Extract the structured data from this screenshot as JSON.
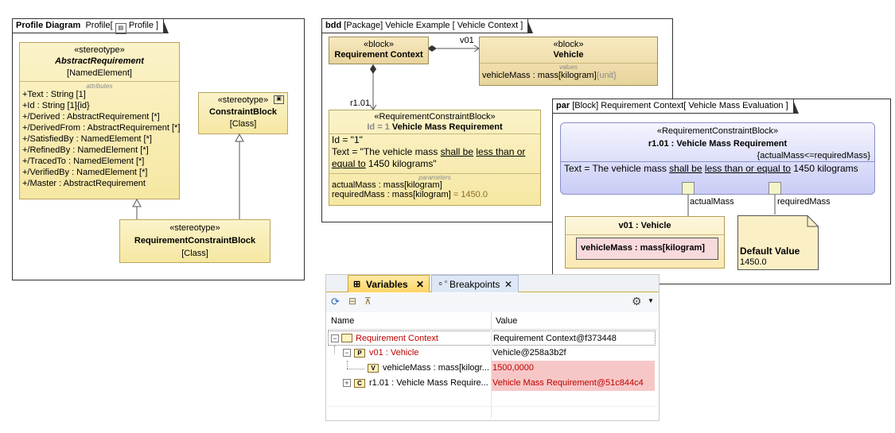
{
  "profile": {
    "tab_kind": "Profile Diagram",
    "tab_name": "Profile[",
    "tab_icon_name": "Profile ]",
    "abstract": {
      "stereotype": "«stereotype»",
      "name": "AbstractRequirement",
      "metaclass": "[NamedElement]",
      "section": "attributes",
      "attrs": [
        "+Text : String [1]",
        "+Id : String [1]{id}",
        "+/Derived : AbstractRequirement [*]",
        "+/DerivedFrom : AbstractRequirement [*]",
        "+/SatisfiedBy : NamedElement [*]",
        "+/RefinedBy : NamedElement [*]",
        "+/TracedTo : NamedElement [*]",
        "+/VerifiedBy : NamedElement [*]",
        "+/Master : AbstractRequirement"
      ]
    },
    "constraint_block": {
      "stereotype": "«stereotype»",
      "name": "ConstraintBlock",
      "metaclass": "[Class]"
    },
    "req_constraint_block": {
      "stereotype": "«stereotype»",
      "name": "RequirementConstraintBlock",
      "metaclass": "[Class]"
    }
  },
  "bdd": {
    "tab_kind": "bdd",
    "tab_rest": "[Package] Vehicle Example [ Vehicle Context ]",
    "req_context": {
      "stereotype": "«block»",
      "name": "Requirement Context"
    },
    "vehicle": {
      "stereotype": "«block»",
      "name": "Vehicle",
      "section": "values",
      "value_prop": "vehicleMass : mass[kilogram]",
      "value_tag": "{unit}"
    },
    "assoc_role_v01": "v01",
    "assoc_role_r101": "r1.01",
    "req": {
      "stereotype": "«RequirementConstraintBlock»",
      "id_label": "Id = 1",
      "name": "Vehicle Mass Requirement",
      "id_line": "Id = \"1\"",
      "text_pre": "Text = \"The vehicle mass ",
      "text_u1": "shall be",
      "text_mid": " ",
      "text_u2": "less than or",
      "text_u3": "equal to",
      "text_post": " 1450 kilograms\"",
      "section": "parameters",
      "param1": "actualMass : mass[kilogram]",
      "param2_a": "requiredMass : mass[kilogram]",
      "param2_b": " = 1450.0"
    }
  },
  "par": {
    "tab_kind": "par",
    "tab_rest": "[Block] Requirement Context",
    "tab_rest2": "[ Vehicle Mass Evaluation ]",
    "req": {
      "stereotype": "«RequirementConstraintBlock»",
      "name": "r1.01 : Vehicle Mass Requirement",
      "constraint": "{actualMass<=requiredMass}",
      "text_pre": "Text = The vehicle mass ",
      "text_u1": "shall be",
      "text_u2": "less than or equal to",
      "text_post": " 1450 kilograms"
    },
    "port1": "actualMass",
    "port2": "requiredMass",
    "v01": {
      "name": "v01 : Vehicle",
      "prop": "vehicleMass : mass[kilogram]"
    },
    "note": {
      "title": "Default Value",
      "value": "1450.0"
    }
  },
  "variables": {
    "tab_variables": "Variables",
    "tab_breakpoints": "Breakpoints",
    "col_name": "Name",
    "col_value": "Value",
    "rows": [
      {
        "name": "Requirement Context",
        "value": "Requirement Context@f373448"
      },
      {
        "name": "v01 : Vehicle",
        "value": "Vehicle@258a3b2f"
      },
      {
        "name": "vehicleMass : mass[kilogr...",
        "value": "1500,0000"
      },
      {
        "name": "r1.01 : Vehicle Mass Require...",
        "value": "Vehicle Mass Requirement@51c844c4"
      }
    ],
    "colors": {
      "highlight": "#f7c7c7",
      "red_text": "#c00000",
      "active_tab": "#fdd567"
    }
  }
}
